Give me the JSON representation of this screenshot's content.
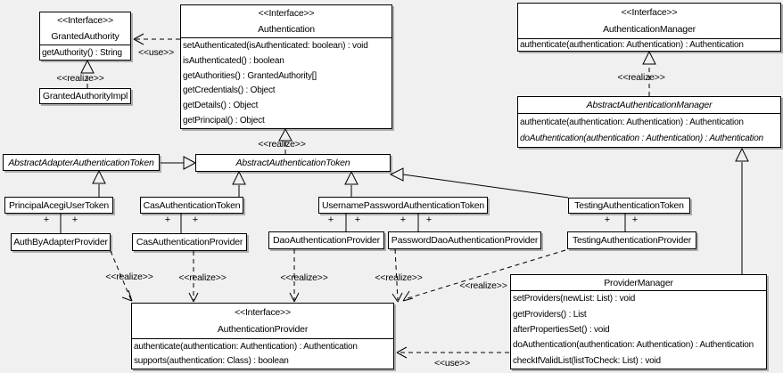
{
  "colors": {
    "background": "#f0f0f0",
    "box_fill": "#ffffff",
    "border": "#000000",
    "shadow": "#aeaeae"
  },
  "classes": {
    "granted_authority": {
      "stereotype": "<<Interface>>",
      "name": "GrantedAuthority",
      "methods": [
        "getAuthority() : String"
      ]
    },
    "granted_authority_impl": {
      "name": "GrantedAuthorityImpl"
    },
    "authentication": {
      "stereotype": "<<Interface>>",
      "name": "Authentication",
      "methods": [
        "setAuthenticated(isAuthenticated: boolean) : void",
        "isAuthenticated() : boolean",
        "getAuthorities() : GrantedAuthority[]",
        "getCredentials() : Object",
        "getDetails() : Object",
        "getPrincipal() : Object"
      ]
    },
    "authentication_manager": {
      "stereotype": "<<Interface>>",
      "name": "AuthenticationManager",
      "methods": [
        "authenticate(authentication: Authentication) : Authentication"
      ]
    },
    "abstract_authentication_manager": {
      "name": "AbstractAuthenticationManager",
      "methods": [
        "authenticate(authentication: Authentication) : Authentication",
        "doAuthentication(authentication : Authentication) : Authentication"
      ]
    },
    "abstract_adapter_authentication_token": {
      "name": "AbstractAdapterAuthenticationToken"
    },
    "abstract_authentication_token": {
      "name": "AbstractAuthenticationToken"
    },
    "principal_acegi_user_token": {
      "name": "PrincipalAcegiUserToken"
    },
    "cas_authentication_token": {
      "name": "CasAuthenticationToken"
    },
    "username_password_authentication_token": {
      "name": "UsernamePasswordAuthenticationToken"
    },
    "testing_authentication_token": {
      "name": "TestingAuthenticationToken"
    },
    "auth_by_adapter_provider": {
      "name": "AuthByAdapterProvider"
    },
    "cas_authentication_provider": {
      "name": "CasAuthenticationProvider"
    },
    "dao_authentication_provider": {
      "name": "DaoAuthenticationProvider"
    },
    "password_dao_authentication_provider": {
      "name": "PasswordDaoAuthenticationProvider"
    },
    "testing_authentication_provider": {
      "name": "TestingAuthenticationProvider"
    },
    "authentication_provider": {
      "stereotype": "<<Interface>>",
      "name": "AuthenticationProvider",
      "methods": [
        "authenticate(authentication: Authentication) : Authentication",
        "supports(authentication: Class) : boolean"
      ]
    },
    "provider_manager": {
      "name": "ProviderManager",
      "methods": [
        "setProviders(newList: List) : void",
        "getProviders() : List",
        "afterPropertiesSet() : void",
        "doAuthentication(authentication: Authentication) : Authentication",
        "checkIfValidList(listToCheck: List) : void"
      ]
    }
  },
  "edge_labels": {
    "use": "<<use>>",
    "realize": "<<realize>>",
    "plus": "+"
  }
}
